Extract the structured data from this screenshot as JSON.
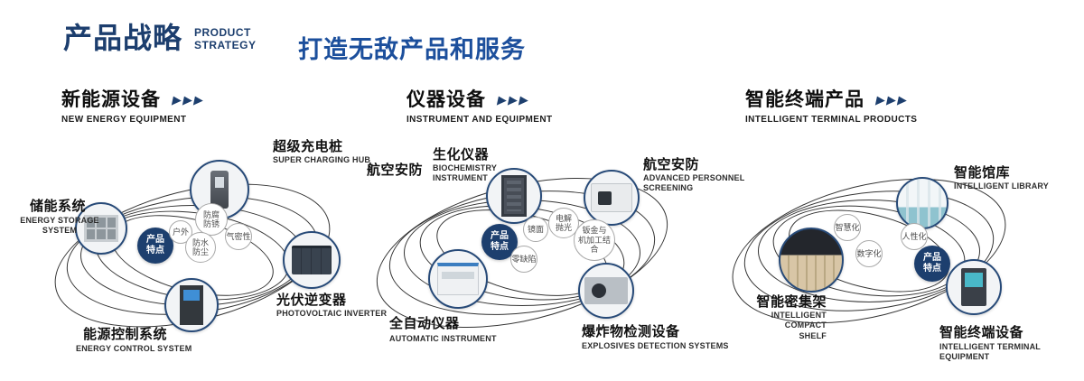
{
  "header": {
    "title": "产品战略",
    "subtitle_line1": "PRODUCT",
    "subtitle_line2": "STRATEGY",
    "tagline": "打造无敌产品和服务"
  },
  "icons": {
    "triple_arrow": "▶▶▶"
  },
  "colors": {
    "navy": "#1d3f6e",
    "tagline_blue": "#1c4f9c",
    "line": "#343434"
  },
  "sections": [
    {
      "title": "新能源设备",
      "subtitle": "NEW ENERGY EQUIPMENT",
      "badge": "产品\n特点",
      "features": [
        {
          "label": "防腐\n防锈"
        },
        {
          "label": "户外"
        },
        {
          "label": "气密性"
        },
        {
          "label": "防水\n防尘"
        }
      ],
      "products": [
        {
          "name": "超级充电桩",
          "en": "SUPER CHARGING HUB"
        },
        {
          "name": "储能系统",
          "en": "ENERGY STORAGE\nSYSTEM"
        },
        {
          "name": "光伏逆变器",
          "en": "PHOTOVOLTAIC INVERTER"
        },
        {
          "name": "能源控制系统",
          "en": "ENERGY CONTROL SYSTEM"
        }
      ]
    },
    {
      "title": "仪器设备",
      "subtitle": "INSTRUMENT AND EQUIPMENT",
      "badge": "产品\n特点",
      "extra_label": "航空安防",
      "features": [
        {
          "label": "镜面"
        },
        {
          "label": "电解\n抛光"
        },
        {
          "label": "钣金与\n机加工结合"
        },
        {
          "label": "零缺陷"
        }
      ],
      "products": [
        {
          "name": "生化仪器",
          "en": "BIOCHEMISTRY\nINSTRUMENT"
        },
        {
          "name": "航空安防",
          "en": "ADVANCED PERSONNEL\nSCREENING"
        },
        {
          "name": "全自动仪器",
          "en": "AUTOMATIC INSTRUMENT"
        },
        {
          "name": "爆炸物检测设备",
          "en": "EXPLOSIVES DETECTION SYSTEMS"
        }
      ]
    },
    {
      "title": "智能终端产品",
      "subtitle": "INTELLIGENT TERMINAL PRODUCTS",
      "badge": "产品\n特点",
      "features": [
        {
          "label": "智慧化"
        },
        {
          "label": "人性化"
        },
        {
          "label": "数字化"
        }
      ],
      "products": [
        {
          "name": "智能馆库",
          "en": "INTELLIGENT LIBRARY"
        },
        {
          "name": "智能密集架",
          "en": "INTELLIGENT COMPACT\nSHELF"
        },
        {
          "name": "智能终端设备",
          "en": "INTELLIGENT TERMINAL EQUIPMENT"
        }
      ]
    }
  ]
}
